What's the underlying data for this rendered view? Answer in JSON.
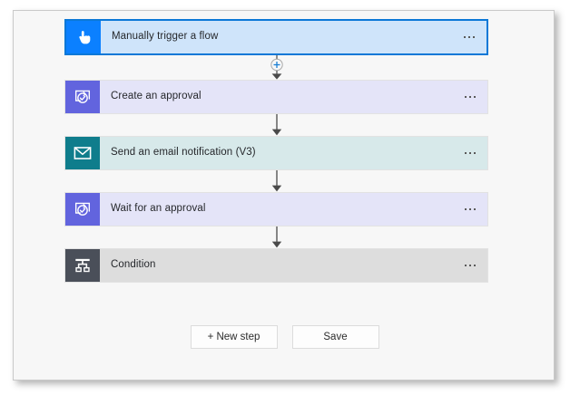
{
  "canvas": {
    "background_color": "#f7f7f7",
    "border_color": "#c9c9c9"
  },
  "flow": {
    "steps": [
      {
        "title": "Manually trigger a flow",
        "icon": "hand-pointer-icon",
        "icon_bg": "#0b80ff",
        "body_bg": "#cfe4fa",
        "selected": true,
        "menu_label": "···"
      },
      {
        "title": "Create an approval",
        "icon": "approval-check-icon",
        "icon_bg": "#6264de",
        "body_bg": "#e4e4f8",
        "selected": false,
        "menu_label": "···"
      },
      {
        "title": "Send an email notification (V3)",
        "icon": "envelope-icon",
        "icon_bg": "#0f7d8c",
        "body_bg": "#d7e9ea",
        "selected": false,
        "menu_label": "···"
      },
      {
        "title": "Wait for an approval",
        "icon": "approval-check-icon",
        "icon_bg": "#6264de",
        "body_bg": "#e4e4f8",
        "selected": false,
        "menu_label": "···"
      },
      {
        "title": "Condition",
        "icon": "condition-branch-icon",
        "icon_bg": "#4a4f59",
        "body_bg": "#dddddd",
        "selected": false,
        "menu_label": "···"
      }
    ],
    "connectors": [
      {
        "type": "insert",
        "icon": "plus-circle-icon",
        "accent_color": "#0b78d7"
      },
      {
        "type": "arrow"
      },
      {
        "type": "arrow"
      },
      {
        "type": "arrow"
      }
    ]
  },
  "actions": {
    "new_step_label": "+ New step",
    "save_label": "Save"
  }
}
